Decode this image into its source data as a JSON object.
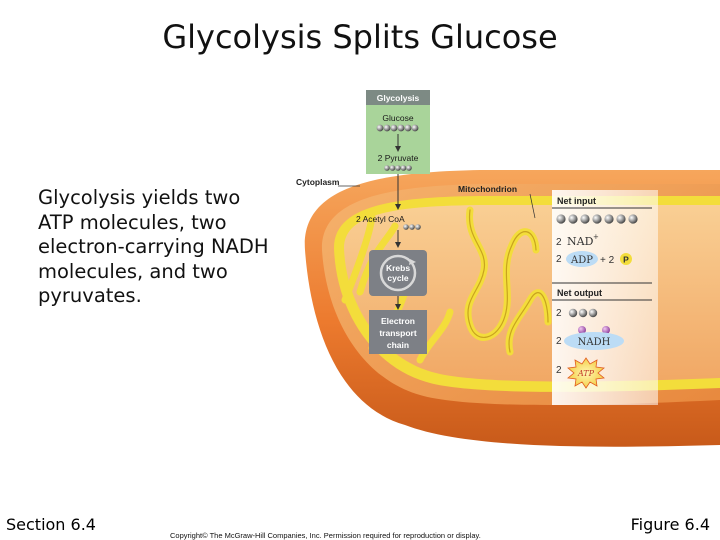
{
  "slide": {
    "title": "Glycolysis Splits Glucose",
    "body_lines": [
      "Glycolysis yields two",
      "ATP molecules, two",
      "electron-carrying NADH",
      "molecules, and two",
      "pyruvates."
    ],
    "section": "Section 6.4",
    "figure": "Figure 6.4",
    "copyright": "Copyright© The McGraw-Hill Companies, Inc. Permission required for reproduction or display."
  },
  "figure": {
    "glycolysis_box": {
      "title": "Glycolysis",
      "glucose": "Glucose",
      "pyruvate": "2 Pyruvate"
    },
    "cytoplasm": "Cytoplasm",
    "mitochondrion": "Mitochondrion",
    "acetyl": "2 Acetyl CoA",
    "krebs_line1": "Krebs",
    "krebs_line2": "cycle",
    "etc_line1": "Electron",
    "etc_line2": "transport",
    "etc_line3": "chain",
    "net_input": "Net input",
    "net_output": "Net output",
    "nad_count": "2",
    "nad_label": "NAD",
    "nad_sup": "+",
    "adp_count": "2",
    "adp_label": "ADP",
    "plus": "+ 2",
    "p_label": "P",
    "out_count_1": "2",
    "out_count_2": "2",
    "out_count_3": "2",
    "nadh_label": "NADH",
    "atp_label": "ATP"
  },
  "colors": {
    "glycolysis_box": "#a9d49a",
    "glycolysis_header": "#7d8a84",
    "mito_outer": "#f0873a",
    "cristae_yellow": "#f3dd3b",
    "krebs_box": "#7d8086",
    "blue_oval": "#bcdcf5",
    "atp_star": "#f4e06a"
  }
}
